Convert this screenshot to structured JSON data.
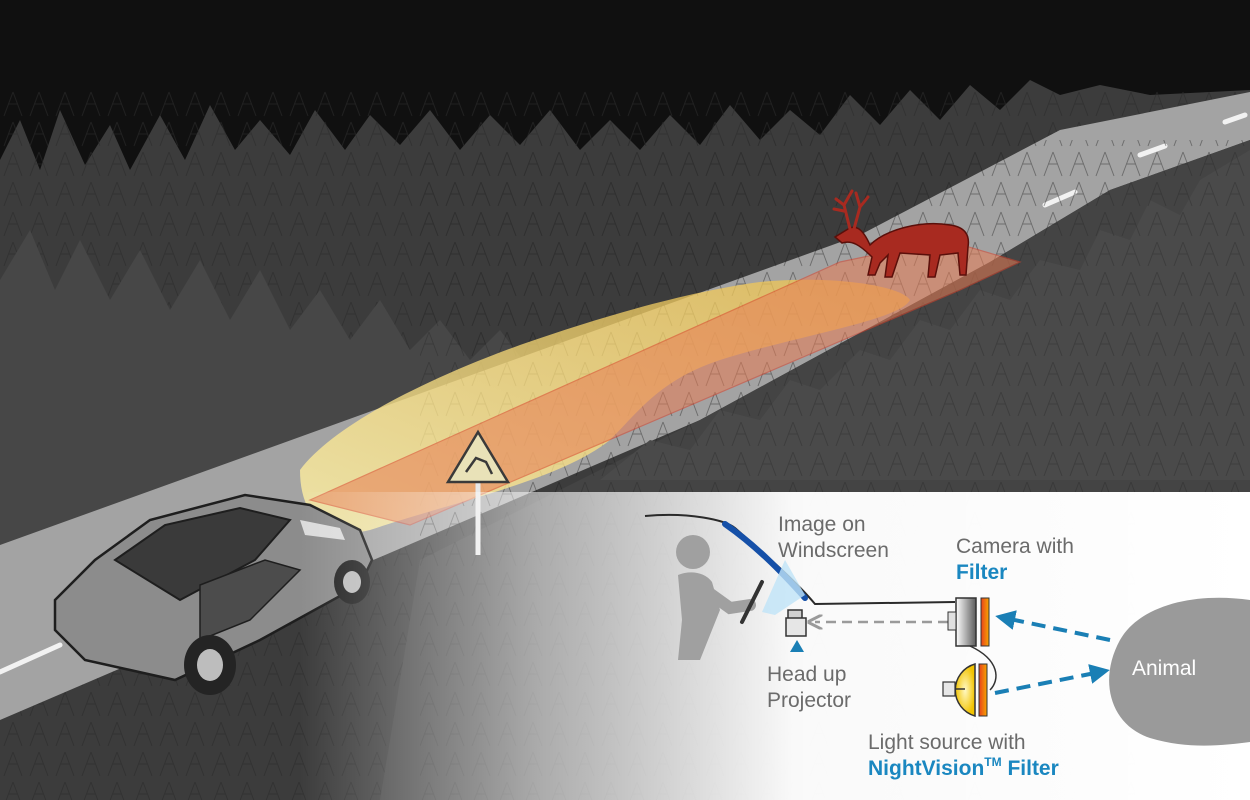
{
  "labels": {
    "image_on_windscreen": [
      "Image on",
      "Windscreen"
    ],
    "camera": {
      "line1": "Camera with",
      "line2": "Filter"
    },
    "head_up_projector": [
      "Head up",
      "Projector"
    ],
    "light_source": {
      "line1": "Light source with",
      "line2_main": "NightVision",
      "line2_sup": "TM",
      "line2_end": " Filter"
    },
    "animal": "Animal"
  },
  "colors": {
    "sky": "#111111",
    "road": "#9e9e9e",
    "forest": "#3e3e3e",
    "high_beam": "#f6d75a",
    "camera_zone": "#e87d55",
    "deer": "#b3261e",
    "accent_blue": "#1a87c0",
    "arrow_blue": "#1a7fb5",
    "label_gray": "#6b6b6b"
  },
  "icons": [
    "deer-icon",
    "warning-sign-icon",
    "car-icon",
    "driver-icon",
    "steering-wheel-icon",
    "projector-icon",
    "camera-icon",
    "headlamp-icon",
    "filter-icon"
  ]
}
